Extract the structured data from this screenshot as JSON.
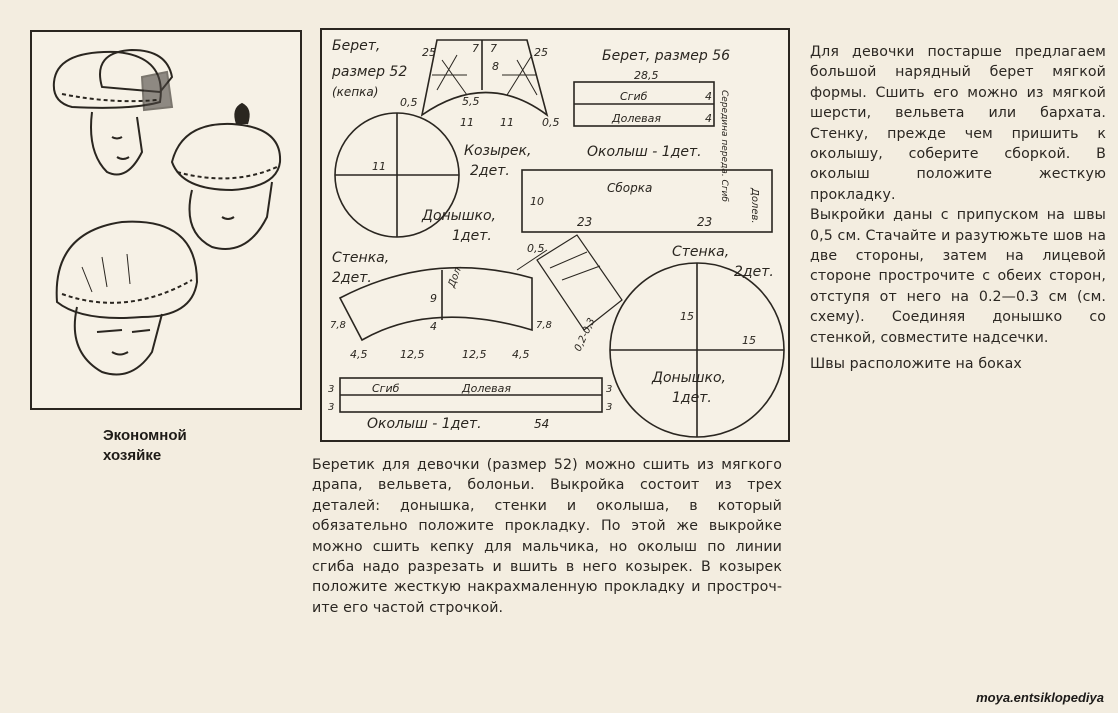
{
  "caption": {
    "line1": "Экономной",
    "line2": "хозяйке"
  },
  "watermark": "moya.entsiklopediya",
  "right_text": [
    "Для девочки постарше предлагаем большой нарядный берет мягкой формы. Сшить его можно из мягкой шерсти, вельвета или бархата. Стенку, прежде чем пришить к околышу, соберите сборкой. В околыш положите жесткую прокладку.",
    "Выкройки даны с припуском на швы 0,5 см. Стачайте и разутюжьте шов на две стороны, затем на лицевой стороне прострочите с обеих сторон, отступя от него на 0.2—0.3 см (см. схему). Соединяя донышко со стенкой, совместите надсечки.",
    "Швы расположите на боках"
  ],
  "bottom_text": "Беретик для девочки (размер 52) можно сшить из мягкого драпа, вельвета, болоньи. Выкройка состоит из трех деталей: донышка, стенки и околыша, в который обязательно положите прокладку. По этой же выкройке можно сшить кепку для мальчика, но околыш по линии сгиба надо разрезать и вшить в него козырек. В козырек положите жесткую накрахмаленную прокладку и простроч­ите его частой строчкой.",
  "pattern": {
    "beret52_title_1": "Берет,",
    "beret52_title_2": "размер 52",
    "beret52_title_3": "(кепка)",
    "beret56_title": "Берет, размер 56",
    "kozyrek_1": "Козырек,",
    "kozyrek_2": "2дет.",
    "donyshko_small_1": "Донышко,",
    "donyshko_small_2": "1дет.",
    "stenka_left_1": "Стенка,",
    "stenka_left_2": "2дет.",
    "okolysh_left": "Околыш - 1дет.",
    "okolysh_right": "Околыш - 1дет.",
    "sgib": "Сгиб",
    "doleva": "Долевая",
    "sborka": "Сборка",
    "seredina": "Середина переда. Сгиб",
    "stenka_right_1": "Стенка,",
    "stenka_right_2": "2дет.",
    "donyshko_big_1": "Донышко,",
    "donyshko_big_2": "1дет.",
    "dol": "Дол.",
    "dolev": "Долев.",
    "n_25a": "25",
    "n_25b": "25",
    "n_7a": "7",
    "n_7b": "7",
    "n_8": "8",
    "n_55": "5,5",
    "n_05a": "0,5",
    "n_05b": "0,5",
    "n_05c": "0,5",
    "n_11a": "11",
    "n_11b": "11",
    "n_11c": "11",
    "n_285": "28,5",
    "n_4a": "4",
    "n_4b": "4",
    "n_10": "10",
    "n_23a": "23",
    "n_23b": "23",
    "n_78a": "7,8",
    "n_78b": "7,8",
    "n_9": "9",
    "n_4c": "4",
    "n_45a": "4,5",
    "n_45b": "4,5",
    "n_125a": "12,5",
    "n_125b": "12,5",
    "n_3a": "3",
    "n_3b": "3",
    "n_3c": "3",
    "n_3d": "3",
    "n_54": "54",
    "n_15a": "15",
    "n_15b": "15",
    "n_0203": "0,2-0,3"
  }
}
